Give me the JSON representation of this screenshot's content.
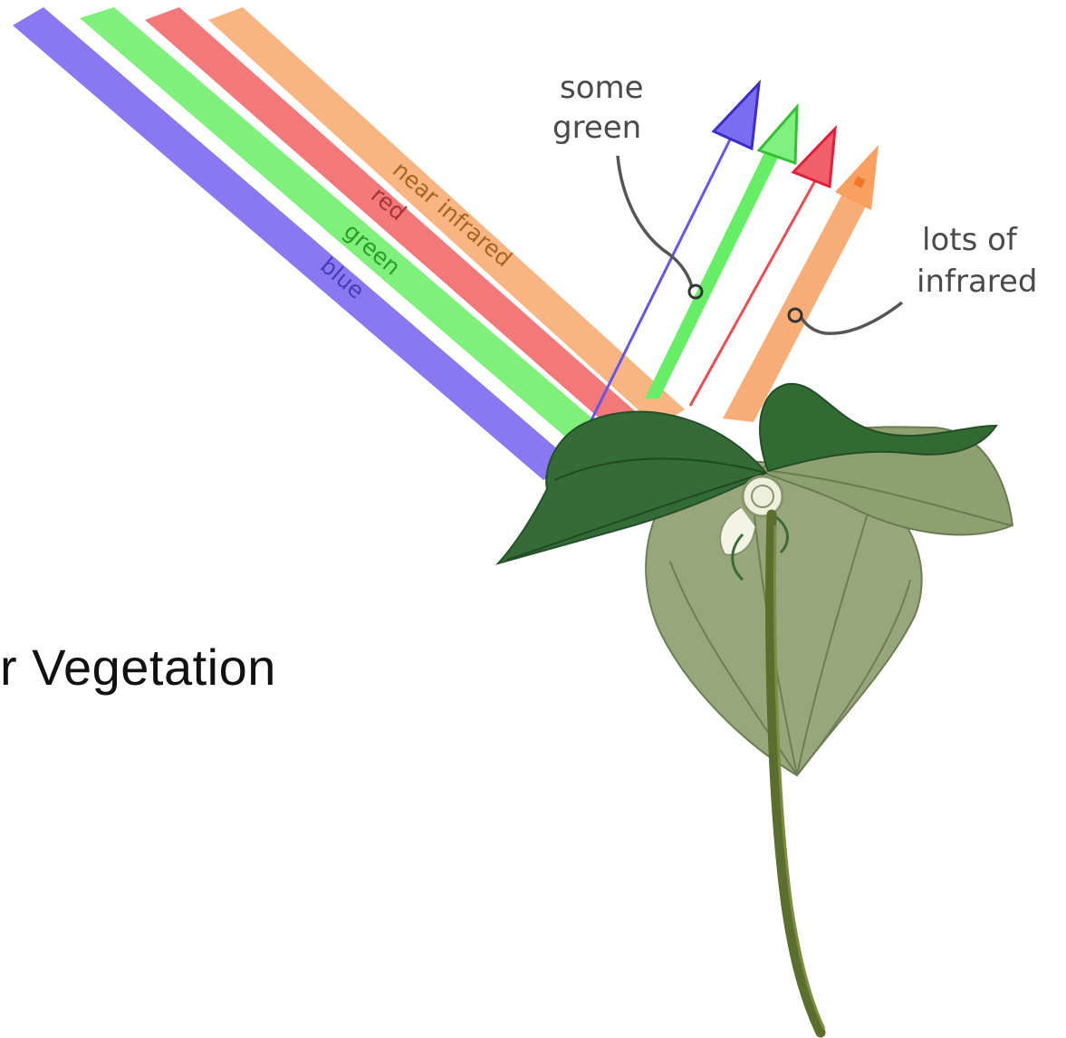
{
  "slide": {
    "title_fragment": "r Vegetation"
  },
  "incoming_beams": [
    {
      "label": "blue",
      "color": "#8a77f2",
      "text_color": "#4a3bb8"
    },
    {
      "label": "green",
      "color": "#7ff07a",
      "text_color": "#2e9a2a"
    },
    {
      "label": "red",
      "color": "#f2787a",
      "text_color": "#a83436"
    },
    {
      "label": "near infrared",
      "color": "#f8b582",
      "text_color": "#a86422"
    }
  ],
  "reflected_beams": [
    {
      "name": "blue",
      "color": "#6655ee",
      "strength": "thin line"
    },
    {
      "name": "green",
      "color": "#66ee66",
      "strength": "medium"
    },
    {
      "name": "red",
      "color": "#f04a52",
      "strength": "thin line"
    },
    {
      "name": "near infrared",
      "color": "#f8ad76",
      "strength": "thick"
    }
  ],
  "callouts": {
    "green": {
      "line1": "some",
      "line2": "green"
    },
    "infrared": {
      "line1": "lots of",
      "line2": "infrared"
    }
  },
  "colors": {
    "leaf_dark": "#356b36",
    "leaf_light": "#96a679",
    "stem": "#5b6e2e",
    "callout_text": "#4a4a4a"
  }
}
